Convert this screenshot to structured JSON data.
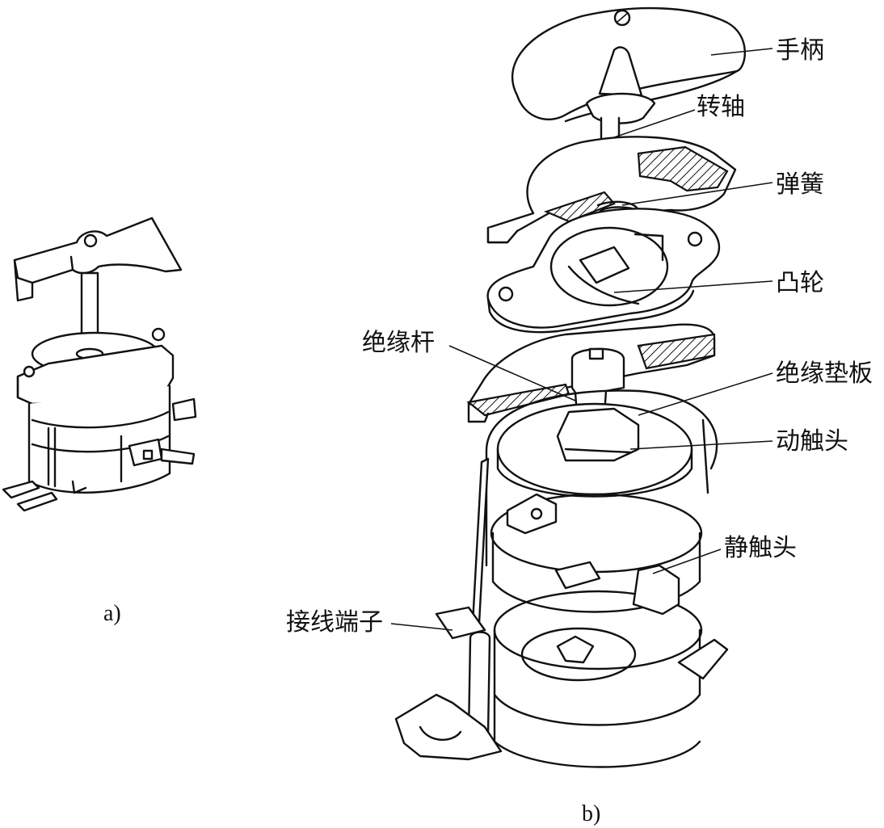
{
  "figure": {
    "captions": {
      "a": "a)",
      "b": "b)"
    },
    "labels": {
      "handle": "手柄",
      "shaft": "转轴",
      "spring": "弹簧",
      "cam": "凸轮",
      "insulating_rod": "绝缘杆",
      "insulating_pad": "绝缘垫板",
      "moving_contact": "动触头",
      "static_contact": "静触头",
      "terminal": "接线端子"
    }
  }
}
